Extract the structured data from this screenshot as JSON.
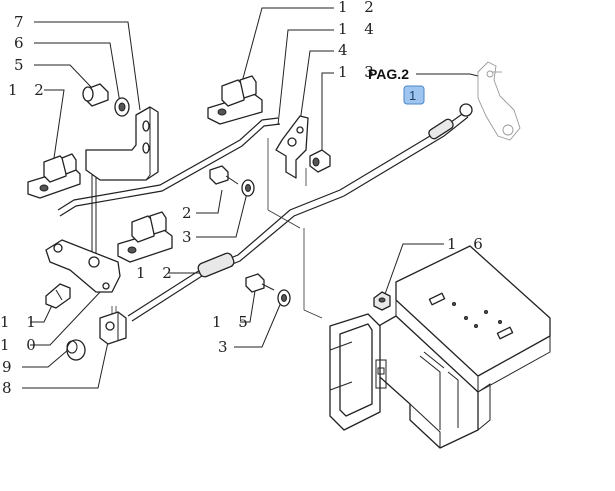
{
  "callouts": {
    "c7": "7",
    "c6": "6",
    "c5": "5",
    "c12a": "1 2",
    "c12b": "1 2",
    "c14": "1 4",
    "c4": "4",
    "c13": "1 3",
    "c2": "2",
    "c3a": "3",
    "c12c": "1 2",
    "c16": "1 6",
    "c11": "1 1",
    "c10": "1 0",
    "c9": "9",
    "c8": "8",
    "c15": "1 5",
    "c3b": "3"
  },
  "page_ref": "PAG.2",
  "page_ref_badge": "1"
}
